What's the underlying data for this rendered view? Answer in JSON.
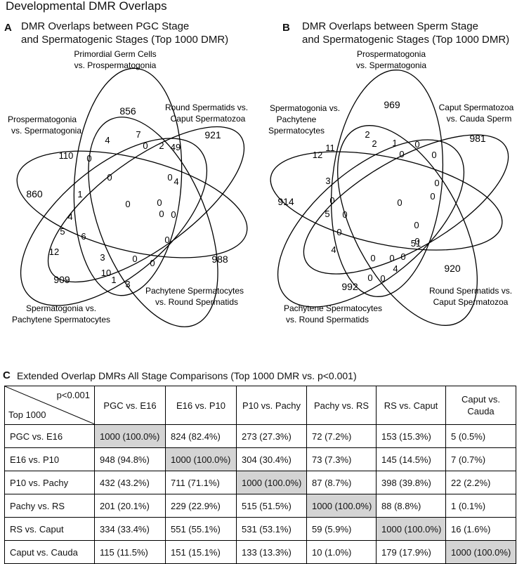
{
  "page_title": "Developmental DMR Overlaps",
  "panel_a": {
    "letter": "A",
    "title_line1": "DMR Overlaps between PGC Stage",
    "title_line2": "and Spermatogenic Stages (Top 1000 DMR)",
    "labels": {
      "top_1": "Primordial Germ Cells",
      "top_2": "vs. Prospermatogonia",
      "left_1": "Prospermatogonia",
      "left_2": "vs. Spermatogonia",
      "right_1": "Round Spermatids vs.",
      "right_2": "Caput Spermatozoa",
      "bottom_left_1": "Spermatogonia vs.",
      "bottom_left_2": "Pachytene Spermatocytes",
      "bottom_right_1": "Pachytene Spermatocytes",
      "bottom_right_2": "vs. Round Spermatids"
    },
    "counts": [
      "856",
      "860",
      "921",
      "909",
      "988",
      "0",
      "4",
      "7",
      "110",
      "0",
      "0",
      "2",
      "49",
      "0",
      "1",
      "0",
      "4",
      "4",
      "0",
      "0",
      "5",
      "6",
      "0",
      "0",
      "12",
      "3",
      "0",
      "0",
      "10",
      "1",
      "3"
    ]
  },
  "panel_b": {
    "letter": "B",
    "title_line1": "DMR Overlaps between Sperm Stage",
    "title_line2": "and Spermatogenic Stages (Top 1000 DMR)",
    "labels": {
      "top_1": "Prospermatogonia",
      "top_2": "vs. Spermatogonia",
      "left_1": "Spermatogonia vs.",
      "left_2": "Pachytene",
      "left_3": "Spermatocytes",
      "right_1": "Caput Spermatozoa",
      "right_2": "vs. Cauda Sperm",
      "bottom_left_1": "Pachytene Spermatocytes",
      "bottom_left_2": "vs. Round Spermatids",
      "bottom_right_1": "Round Spermatids vs.",
      "bottom_right_2": "Caput Spermatozoa"
    },
    "counts": [
      "969",
      "914",
      "981",
      "992",
      "920",
      "0",
      "2",
      "1",
      "12",
      "11",
      "2",
      "0",
      "0",
      "0",
      "3",
      "0",
      "0",
      "0",
      "5",
      "0",
      "0",
      "0",
      "0",
      "4",
      "0",
      "0",
      "0",
      "51",
      "0",
      "0",
      "4"
    ]
  },
  "panel_c": {
    "letter": "C",
    "title": "Extended Overlap DMRs All Stage Comparisons (Top 1000 DMR vs. p<0.001)",
    "corner_top": "p<0.001",
    "corner_bottom": "Top 1000",
    "columns": [
      "PGC vs. E16",
      "E16 vs. P10",
      "P10 vs. Pachy",
      "Pachy vs. RS",
      "RS vs. Caput",
      "Caput vs. Cauda"
    ],
    "rows": [
      {
        "label": "PGC vs. E16",
        "cells": [
          "1000 (100.0%)",
          "824 (82.4%)",
          "273 (27.3%)",
          "72 (7.2%)",
          "153 (15.3%)",
          "5 (0.5%)"
        ]
      },
      {
        "label": "E16 vs. P10",
        "cells": [
          "948 (94.8%)",
          "1000 (100.0%)",
          "304 (30.4%)",
          "73 (7.3%)",
          "145 (14.5%)",
          "7 (0.7%)"
        ]
      },
      {
        "label": "P10 vs. Pachy",
        "cells": [
          "432 (43.2%)",
          "711 (71.1%)",
          "1000 (100.0%)",
          "87 (8.7%)",
          "398 (39.8%)",
          "22 (2.2%)"
        ]
      },
      {
        "label": "Pachy vs. RS",
        "cells": [
          "201 (20.1%)",
          "229 (22.9%)",
          "515 (51.5%)",
          "1000 (100.0%)",
          "88 (8.8%)",
          "1 (0.1%)"
        ]
      },
      {
        "label": "RS vs. Caput",
        "cells": [
          "334 (33.4%)",
          "551 (55.1%)",
          "531 (53.1%)",
          "59 (5.9%)",
          "1000 (100.0%)",
          "16 (1.6%)"
        ]
      },
      {
        "label": "Caput vs. Cauda",
        "cells": [
          "115 (11.5%)",
          "151 (15.1%)",
          "133 (13.3%)",
          "10 (1.0%)",
          "179 (17.9%)",
          "1000 (100.0%)"
        ]
      }
    ],
    "diagonal_color": "#d4d4d4"
  }
}
